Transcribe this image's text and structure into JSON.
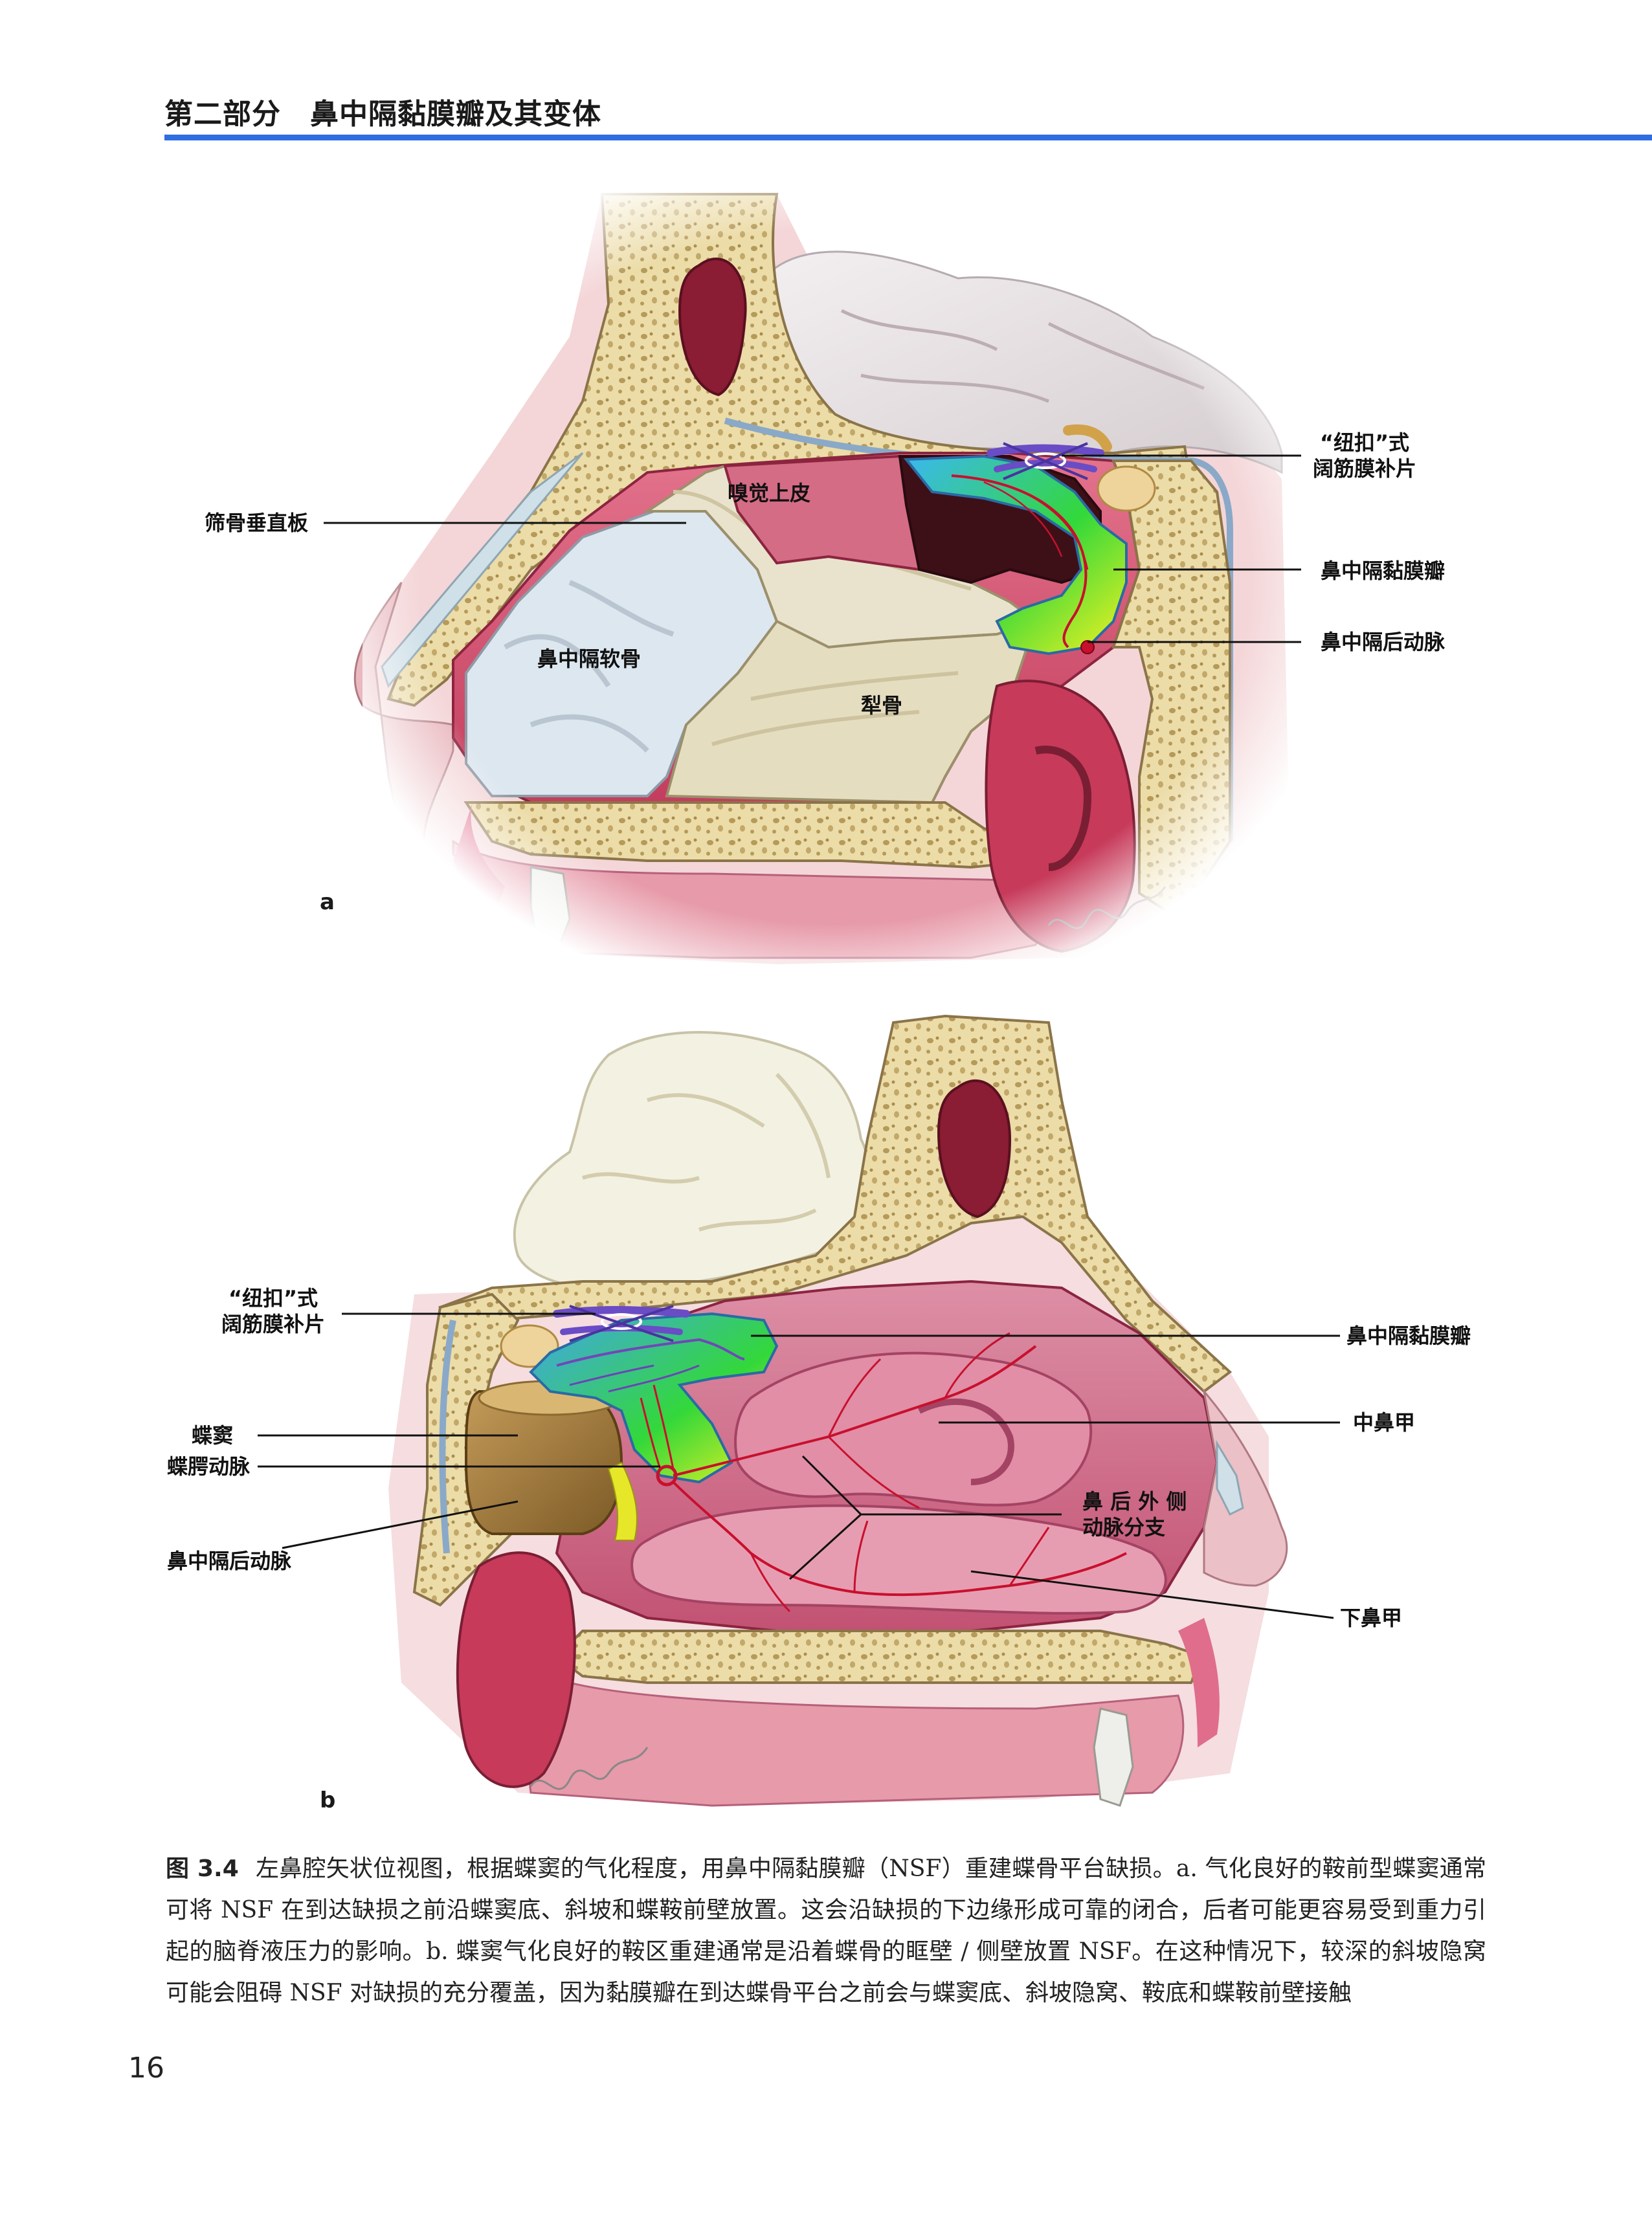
{
  "header": {
    "title": "第二部分　鼻中隔黏膜瓣及其变体",
    "accent_color": "#2f6de1"
  },
  "figure_a": {
    "panel_letter": "a",
    "labels": {
      "perpendicular_plate": "筛骨垂直板",
      "olfactory_epithelium": "嗅觉上皮",
      "septal_cartilage": "鼻中隔软骨",
      "vomer": "犁骨",
      "button_graft_line1": "“纽扣”式",
      "button_graft_line2": "阔筋膜补片",
      "nasoseptal_flap": "鼻中隔黏膜瓣",
      "posterior_septal_artery": "鼻中隔后动脉"
    }
  },
  "figure_b": {
    "panel_letter": "b",
    "labels": {
      "button_graft_line1": "“纽扣”式",
      "button_graft_line2": "阔筋膜补片",
      "nasoseptal_flap": "鼻中隔黏膜瓣",
      "middle_turbinate": "中鼻甲",
      "sphenoid_sinus": "蝶窦",
      "sphenopalatine_artery": "蝶腭动脉",
      "posterior_lateral_line1": "鼻 后 外 侧",
      "posterior_lateral_line2": "动脉分支",
      "posterior_septal_artery": "鼻中隔后动脉",
      "inferior_turbinate": "下鼻甲"
    }
  },
  "caption": {
    "figure_number": "图 3.4",
    "text": "左鼻腔矢状位视图，根据蝶窦的气化程度，用鼻中隔黏膜瓣（NSF）重建蝶骨平台缺损。a. 气化良好的鞍前型蝶窦通常可将 NSF 在到达缺损之前沿蝶窦底、斜坡和蝶鞍前壁放置。这会沿缺损的下边缘形成可靠的闭合，后者可能更容易受到重力引起的脑脊液压力的影响。b. 蝶窦气化良好的鞍区重建通常是沿着蝶骨的眶壁 / 侧壁放置 NSF。在这种情况下，较深的斜坡隐窝可能会阻碍 NSF 对缺损的充分覆盖，因为黏膜瓣在到达蝶骨平台之前会与蝶窦底、斜坡隐窝、鞍底和蝶鞍前壁接触"
  },
  "page_number": "16"
}
